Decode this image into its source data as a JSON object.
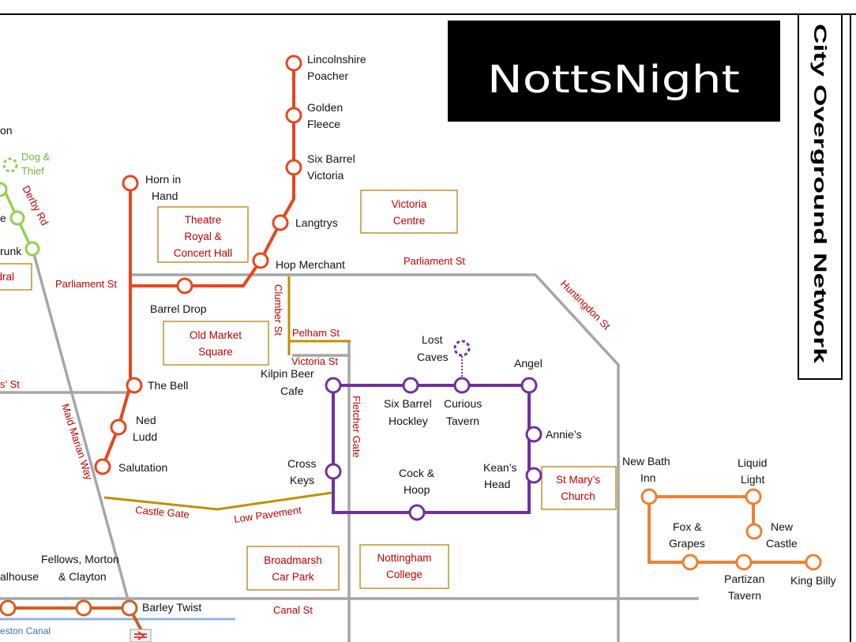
{
  "title": "NottsNight",
  "subtitle": "City Overground Network",
  "colors": {
    "red_line": "#e8461e",
    "purple_line": "#7030a0",
    "orange_line": "#f08030",
    "canal_line": "#d06020",
    "green_line": "#92d050",
    "street": "#a6a6a6",
    "gold_street": "#bf9000",
    "landmark_border": "#c09030",
    "label_red": "#c00000"
  },
  "stations": {
    "red": [
      {
        "name": "Lincolnshire",
        "name2": "Poacher"
      },
      {
        "name": "Golden",
        "name2": "Fleece"
      },
      {
        "name": "Six Barrel",
        "name2": "Victoria"
      },
      {
        "name": "Langtrys"
      },
      {
        "name": "Hop Merchant"
      },
      {
        "name": "Barrel Drop"
      },
      {
        "name": "Horn in",
        "name2": "Hand"
      },
      {
        "name": "The Bell"
      },
      {
        "name": "Ned",
        "name2": "Ludd"
      },
      {
        "name": "Salutation"
      }
    ],
    "purple": [
      {
        "name": "Kilpin Beer",
        "name2": "Cafe"
      },
      {
        "name": "Six Barrel",
        "name2": "Hockley"
      },
      {
        "name": "Curious",
        "name2": "Tavern"
      },
      {
        "name": "Lost",
        "name2": "Caves"
      },
      {
        "name": "Angel"
      },
      {
        "name": "Annie’s"
      },
      {
        "name": "Kean’s",
        "name2": "Head"
      },
      {
        "name": "Cock &",
        "name2": "Hoop"
      },
      {
        "name": "Cross",
        "name2": "Keys"
      }
    ],
    "orange": [
      {
        "name": "New Bath",
        "name2": "Inn"
      },
      {
        "name": "Liquid",
        "name2": "Light"
      },
      {
        "name": "New",
        "name2": "Castle"
      },
      {
        "name": "Fox &",
        "name2": "Grapes"
      },
      {
        "name": "Partizan",
        "name2": "Tavern"
      },
      {
        "name": "King Billy"
      }
    ],
    "canal": [
      {
        "name": "alhouse"
      },
      {
        "name": "Fellows, Morton",
        "name2": "& Clayton"
      },
      {
        "name": "Barley Twist"
      }
    ],
    "green": [
      {
        "name": "on"
      },
      {
        "name": "Dog &",
        "name2": "Thief"
      },
      {
        "name": "e"
      },
      {
        "name": "runk"
      }
    ]
  },
  "streets": {
    "parliament_st_left": "Parliament St",
    "parliament_st_right": "Parliament St",
    "derby_rd": "Derby Rd",
    "clumber_st": "Clumber St",
    "pelham_st": "Pelham St",
    "victoria_st": "Victoria St",
    "fletcher_gate": "Fletcher Gate",
    "huntingdon_st": "Huntingdon St",
    "maid_marian_way": "Maid Marian Way",
    "castle_gate": "Castle Gate",
    "low_pavement": "Low Pavement",
    "canal_st": "Canal St",
    "friar_st_partial": "s’ St",
    "canal_name": "eston Canal"
  },
  "landmarks": {
    "theatre": [
      "Theatre",
      "Royal &",
      "Concert Hall"
    ],
    "victoria_centre": [
      "Victoria",
      "Centre"
    ],
    "old_market": [
      "Old Market",
      "Square"
    ],
    "cathedral_partial": [
      "dral"
    ],
    "st_marys": [
      "St Mary’s",
      "Church"
    ],
    "broadmarsh": [
      "Broadmarsh",
      "Car Park"
    ],
    "college": [
      "Nottingham",
      "College"
    ]
  },
  "icons": {
    "rail": "national-rail-icon"
  }
}
